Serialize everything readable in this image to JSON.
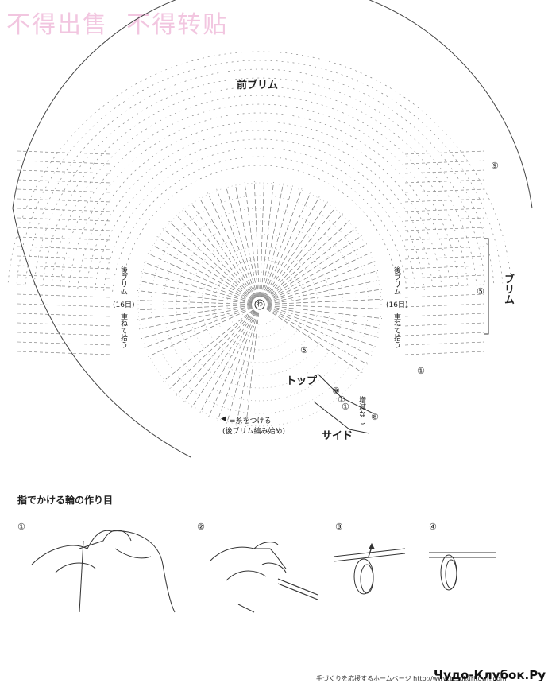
{
  "watermark": "不得出售  不得转贴",
  "diagram": {
    "front_brim": "前ブリム",
    "back_brim_left": "後ブリム",
    "count_left": "(16目)",
    "overlap_left": "重ねて拾う",
    "back_brim_right": "後ブリム",
    "count_right": "(16目)",
    "overlap_right": "重ねて拾う",
    "center_mark": "わ",
    "top_label": "トップ",
    "side_label": "サイド",
    "brim_label": "ブリム",
    "no_change": "増減なし",
    "legend_symbol": "◀",
    "legend_text": "=糸をつける",
    "legend_sub": "(後ブリム編み始め)",
    "round_numbers": [
      "⑨",
      "⑤",
      "①",
      "⑤",
      "①",
      "⑨",
      "①",
      "⑧"
    ]
  },
  "section": {
    "title": "指でかける輪の作り目",
    "steps": [
      "①",
      "②",
      "③",
      "④"
    ]
  },
  "footer": {
    "caption": "手づくりを応援するホームページ  http://www.tezukuritown.com",
    "brand": "Чудо-Клубок.Ру"
  }
}
